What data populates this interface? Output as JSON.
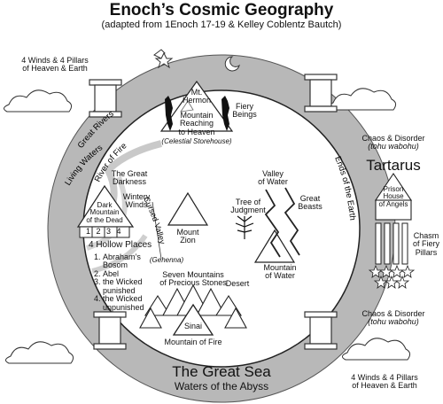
{
  "header": {
    "title": "Enoch’s Cosmic Geography",
    "subtitle": "(adapted from 1Enoch 17-19 & Kelley Coblentz Bautch)"
  },
  "outer_ring": {
    "winds_top": [
      "4 Winds & 4 Pillars",
      "of Heaven & Earth"
    ],
    "winds_bottom": [
      "4 Winds & 4 Pillars",
      "of Heaven & Earth"
    ],
    "chaos_top": "Chaos & Disorder",
    "chaos_top_sub": "(tohu wabohu)",
    "chaos_bottom": "Chaos & Disorder",
    "chaos_bottom_sub": "(tohu wabohu)",
    "tartarus": "Tartarus",
    "prison": [
      "Prison",
      "House",
      "of Angels"
    ],
    "chasm": [
      "Chasm",
      "of Fiery",
      "Pillars"
    ],
    "sea_title": "The Great Sea",
    "sea_sub": "Waters of the Abyss"
  },
  "earth": {
    "hermon": [
      "Mt.",
      "Hermon"
    ],
    "hermon_desc": [
      "Mountain",
      "Reaching",
      "to Heaven"
    ],
    "storehouse": "(Celestial Storehouse)",
    "fiery_beings": [
      "Fiery",
      "Beings"
    ],
    "great_rivers": "Great Rivers",
    "living_waters": "Living Waters",
    "river_of_fire": "River of Fire",
    "great_darkness": [
      "The Great",
      "Darkness"
    ],
    "wintery_winds": [
      "Wintery",
      "Winds"
    ],
    "dark_mountain": [
      "Dark",
      "Mountain",
      "of the Dead"
    ],
    "hollow_numbers": [
      "1",
      "2",
      "3",
      "4"
    ],
    "hollow_title": "4 Hollow Places",
    "hollow_items": [
      "Abraham’s Bosom",
      "Abel",
      "the Wicked punished",
      "the Wicked unpunished"
    ],
    "cursed_valley": "Cursed Valley",
    "gehenna": "(Gehenna)",
    "mount_zion": [
      "Mount",
      "Zion"
    ],
    "valley_of_water": [
      "Valley",
      "of Water"
    ],
    "tree_of_judgment": [
      "Tree of",
      "Judgment"
    ],
    "great_beasts": [
      "Great",
      "Beasts"
    ],
    "mountain_of_water": [
      "Mountain",
      "of Water"
    ],
    "ends_of_earth": "Ends of the Earth",
    "desert": "Desert",
    "seven_mountains": [
      "Seven Mountains",
      "of Precious Stones"
    ],
    "sinai": "Sinai",
    "mountain_of_fire": "Mountain of Fire"
  }
}
